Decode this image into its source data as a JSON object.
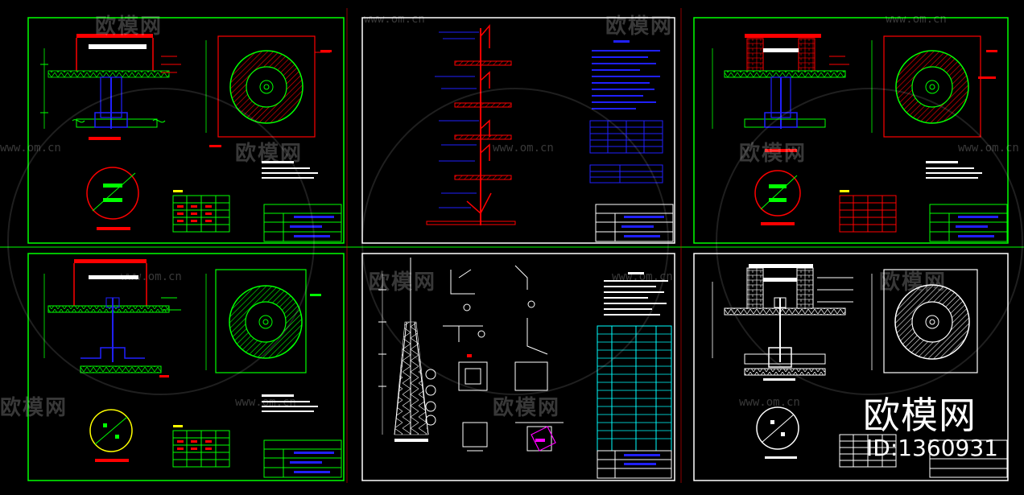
{
  "watermark": {
    "brand": "欧模网",
    "url": "www.om.cn",
    "id_label": "ID:1360931"
  },
  "colors": {
    "background": "#000000",
    "green": "#00ff00",
    "red": "#ff0000",
    "blue": "#2020ff",
    "white": "#ffffff",
    "yellow": "#ffff00",
    "cyan": "#00ffff",
    "magenta": "#ff00ff"
  },
  "sheets": [
    {
      "id": "s1",
      "frame": "green"
    },
    {
      "id": "s2",
      "frame": "white"
    },
    {
      "id": "s3",
      "frame": "green"
    },
    {
      "id": "s4",
      "frame": "green"
    },
    {
      "id": "s5",
      "frame": "white"
    },
    {
      "id": "s6",
      "frame": "white"
    }
  ]
}
